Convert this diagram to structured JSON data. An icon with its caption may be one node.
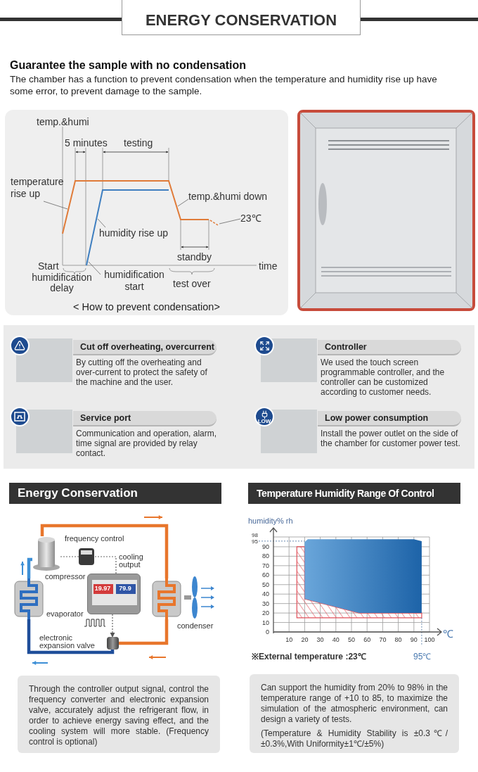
{
  "diagram": {
    "title": "ENERGY CONSERVATION",
    "nodes": [
      {
        "text": [
          "< How to prevent condensation>"
        ]
      },
      {
        "text": [
          "temperature rise up"
        ],
        "in": 0
      },
      {
        "text": [
          "temp.&humi down"
        ],
        "in": 0
      },
      {
        "text": [
          "humidity rise up"
        ],
        "in": 0
      },
      {
        "text": [
          "humidification start"
        ],
        "in": 0
      },
      {
        "text": [
          "23℃"
        ],
        "in": 0
      },
      {
        "text": [],
        "shape": "picture"
      },
      {
        "text": [
          "Cut off overheating, overcurrent",
          "By cutting off the overheating and over-current to protect the safety of the machine and the user."
        ]
      },
      {
        "text": [
          "Controller",
          "We used the touch screen programmable controller, and the controller can be customized according to customer needs."
        ]
      },
      {
        "text": [
          "Service port",
          "Communication and operation, alarm, time signal are provided by relay contact."
        ]
      },
      {
        "text": [
          "Low power consumption",
          "Install the power outlet on the side of the chamber for customer power test."
        ]
      },
      {
        "text": [
          "Energy Conservation"
        ]
      },
      {
        "text": [
          "Temperature Humidity Range Of Control"
        ]
      },
      {
        "text": [],
        "shape": "picture",
        "beside": [
          "compressor"
        ]
      },
      {
        "text": [],
        "shape": "picture",
        "beside": [
          "frequency control"
        ]
      },
      {
        "text": [],
        "shape": "picture"
      },
      {
        "text": [],
        "shape": "picture",
        "beside": [
          "evaporator"
        ]
      },
      {
        "text": [],
        "shape": "picture",
        "beside": [
          "condenser"
        ]
      },
      {
        "text": [],
        "shape": "picture",
        "beside": [
          "electronic expansion valve"
        ]
      },
      {
        "text": [
          "Through the controller output signal, control the frequency converter and electronic expansion valve, accurately adjust the refrigerant flow, in order to achieve energy saving effect, and the cooling system will more stable. (Frequency control is optional)"
        ]
      },
      {
        "text": [
          "Can support the humidity from 20% to 98% in the temperature range of +10 to 85, to maximize the simulation of the atmospheric environment, can design a variety of tests.",
          "(Temperature & Humidity Stability is ±0.3℃/±0.3%,With Uniformity±1℃/±5%)"
        ]
      }
    ],
    "edges": [
      {
        "from": 1,
        "to": null,
        "arrow": "none"
      },
      {
        "from": 2,
        "to": null,
        "arrow": "none"
      },
      {
        "from": 3,
        "to": null,
        "arrow": "none"
      },
      {
        "from": 4,
        "to": null,
        "arrow": "none"
      },
      {
        "from": 5,
        "to": null,
        "arrow": "none"
      },
      {
        "from": 13,
        "to": 17,
        "arrow": "none",
        "style": "thick",
        "color": "#e8762c"
      },
      {
        "from": 17,
        "to": 18,
        "arrow": "none",
        "style": "thick",
        "color": "#e8762c"
      },
      {
        "from": 18,
        "to": 16,
        "arrow": "none",
        "style": "thick",
        "color": "#1f4e9a"
      },
      {
        "from": 16,
        "to": 13,
        "arrow": "none",
        "style": "thick",
        "color": "#3d8fd6"
      },
      {
        "from": 15,
        "to": 14,
        "arrow": "none",
        "style": "dashed"
      },
      {
        "from": 14,
        "to": 13,
        "arrow": "none",
        "style": "dashed"
      },
      {
        "from": 15,
        "to": 18,
        "arrow": "to",
        "style": "dashed"
      }
    ],
    "labels": [
      "Guarantee the sample with no condensation",
      "The chamber has a function to prevent condensation when the temperature and humidity rise up have some error, to prevent damage to the sample.",
      "temp.&humi",
      "5 minutes",
      "testing",
      "standby",
      "Start",
      "time",
      "humidification delay",
      "test over",
      "LOW",
      "cooling output",
      "19.97",
      "79.9",
      "humidity% rh",
      "98",
      "95",
      "90",
      "80",
      "70",
      "60",
      "50",
      "40",
      "30",
      "20",
      "10",
      "0",
      "10",
      "20",
      "30",
      "40",
      "50",
      "60",
      "70",
      "80",
      "90",
      "100",
      "℃",
      "※External temperature :23℃",
      "95℃"
    ]
  }
}
